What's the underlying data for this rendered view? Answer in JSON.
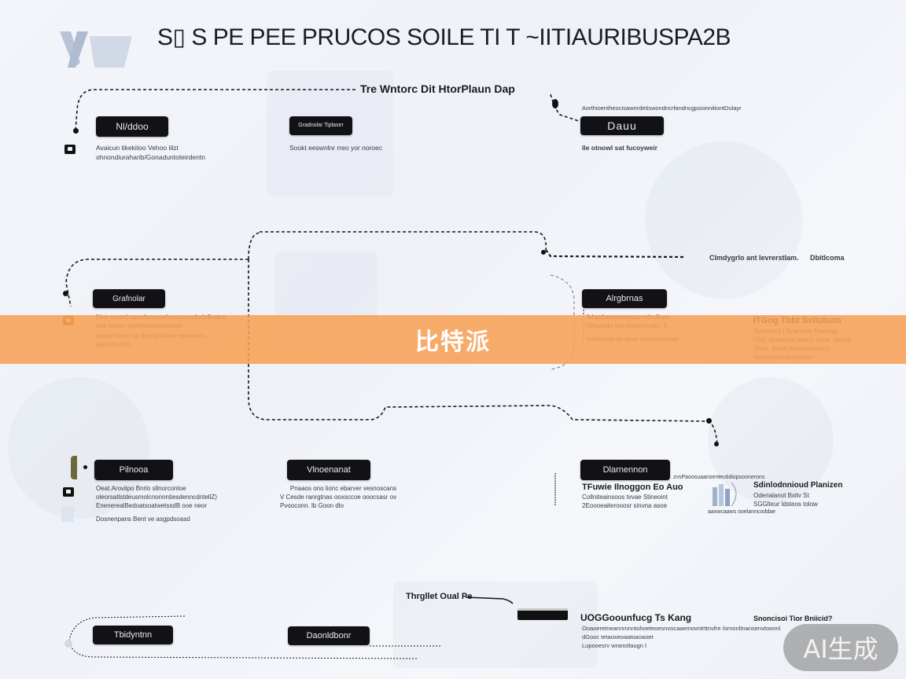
{
  "diagram": {
    "title": "S▯ S PE PEE PRUCOS SOILE TI T  ~IITIAURIBUSPA2B",
    "subtitle_top": "Tre Wntorc Dit HtorPlaun Dap",
    "nodes": [
      {
        "id": "n1",
        "label": "Nl/ddoo",
        "desc": [
          "Avaicun tikekitoo Vehoo lilzt",
          "ohnondiuraharib/Gonaduntoteirdentn"
        ]
      },
      {
        "id": "n2",
        "label": "Gradnolar Tiplaser",
        "desc": [
          "Sookt eeswnlnr rreo yor noroec"
        ]
      },
      {
        "id": "n3",
        "label": "Dauu",
        "top_note": "AorthioentheocisawnrdetiswondncrfandncgpsionnitiontDulayr",
        "desc": [
          "Ile otnowl sat fucoyweir"
        ]
      },
      {
        "id": "n4",
        "label": "Grafnolar",
        "desc": [
          "fdee onvoci usenitenentehesnasenderbdhwtne",
          "ope eabou vanlnvsnanonsoaist",
          "ooose stnnn oo ftno slntathor envoneru.",
          "aoonvnutont"
        ]
      },
      {
        "id": "n5",
        "label": "Alrgbrnas",
        "desc": [
          "fehwdonoenosnoce rebrdlsee",
          "Wlaonsto soo ergdcorodin; 4",
          "vuntlanoo oo deve sprtoranvbtse"
        ]
      },
      {
        "id": "n6",
        "label": "Pilnooa",
        "desc": [
          "Oeat.Aroviipo Bnrlo sllnorcontoe",
          "oleorsatlstdeusmolcnonnntiesdenncdntellZ)",
          "EnenerealBedoatsoatwetssdB ooe neor",
          "Dosnenpans Bent ve asgpdsoasd"
        ]
      },
      {
        "id": "n7",
        "label": "Vlnoenanat",
        "desc": [
          "Pnaaos ono lionc ebarver vesnoscans",
          "V Cesde ranrgtnas ooxsccoe ooocsasr ov",
          "Pvooconn. lb Goon dlo"
        ]
      },
      {
        "id": "n8",
        "label": "Dlarnennon",
        "heading": "TFuwie Ilnoggon Eo Auo",
        "desc": [
          "Collniteainsoos tvvae Stineoint",
          "2Eoooeaiterooosr sinvna asoe"
        ]
      },
      {
        "id": "n9",
        "heading": "Sdinlodnnioud Planizen",
        "top_note": "zvsPaoosuaansenteutidiopsoonerons",
        "desc": [
          "Oderialanot Bxitv St",
          "SGGlteur ldsteos tolow"
        ],
        "sub_note": "aaxwcaaws ooelanncoddae"
      },
      {
        "id": "n10",
        "label": "Tbidyntnn",
        "desc": []
      },
      {
        "id": "n11",
        "label": "Daonldbonr",
        "desc": []
      },
      {
        "id": "n12",
        "heading": "UOGGoounfucg Ts Kang",
        "desc": [
          "Ooaoeretneannrnnntohoeteoesnvocaaemovntrttnvfre /ornonltnansenvtoonnl",
          "dGooc tetaoxeoaatoaoaoet",
          "Lupooesrv wranotlaugn I"
        ]
      }
    ],
    "middle_labels": {
      "right_arrow_label_1": "Clmdygrlo ant Ievrerstlam.",
      "right_arrow_label_2": "Dbitlcoma",
      "right_side_heading": "ITGog Tbbt Svilotuon",
      "right_side_desc": [
        "Staoinocs I Ncarnoar Rasbiag",
        "ClvC ooanoute latectr onrer .otentb",
        "Stonr. doeor lwvetsooontroI",
        "Wadaludesdatyrocco"
      ],
      "bottom_center_label": "Thrgllet Oual Pe",
      "bottom_right_label": "Snoncisoi Tior Bniicid?"
    }
  },
  "overlay_banner": {
    "text": "比特派",
    "color": "#f7a055"
  },
  "watermark": {
    "text": "AI生成"
  },
  "colors": {
    "pill": "#121216",
    "background": "#f2f4f9",
    "banner": "#f7a055",
    "watermark": "#969696"
  }
}
